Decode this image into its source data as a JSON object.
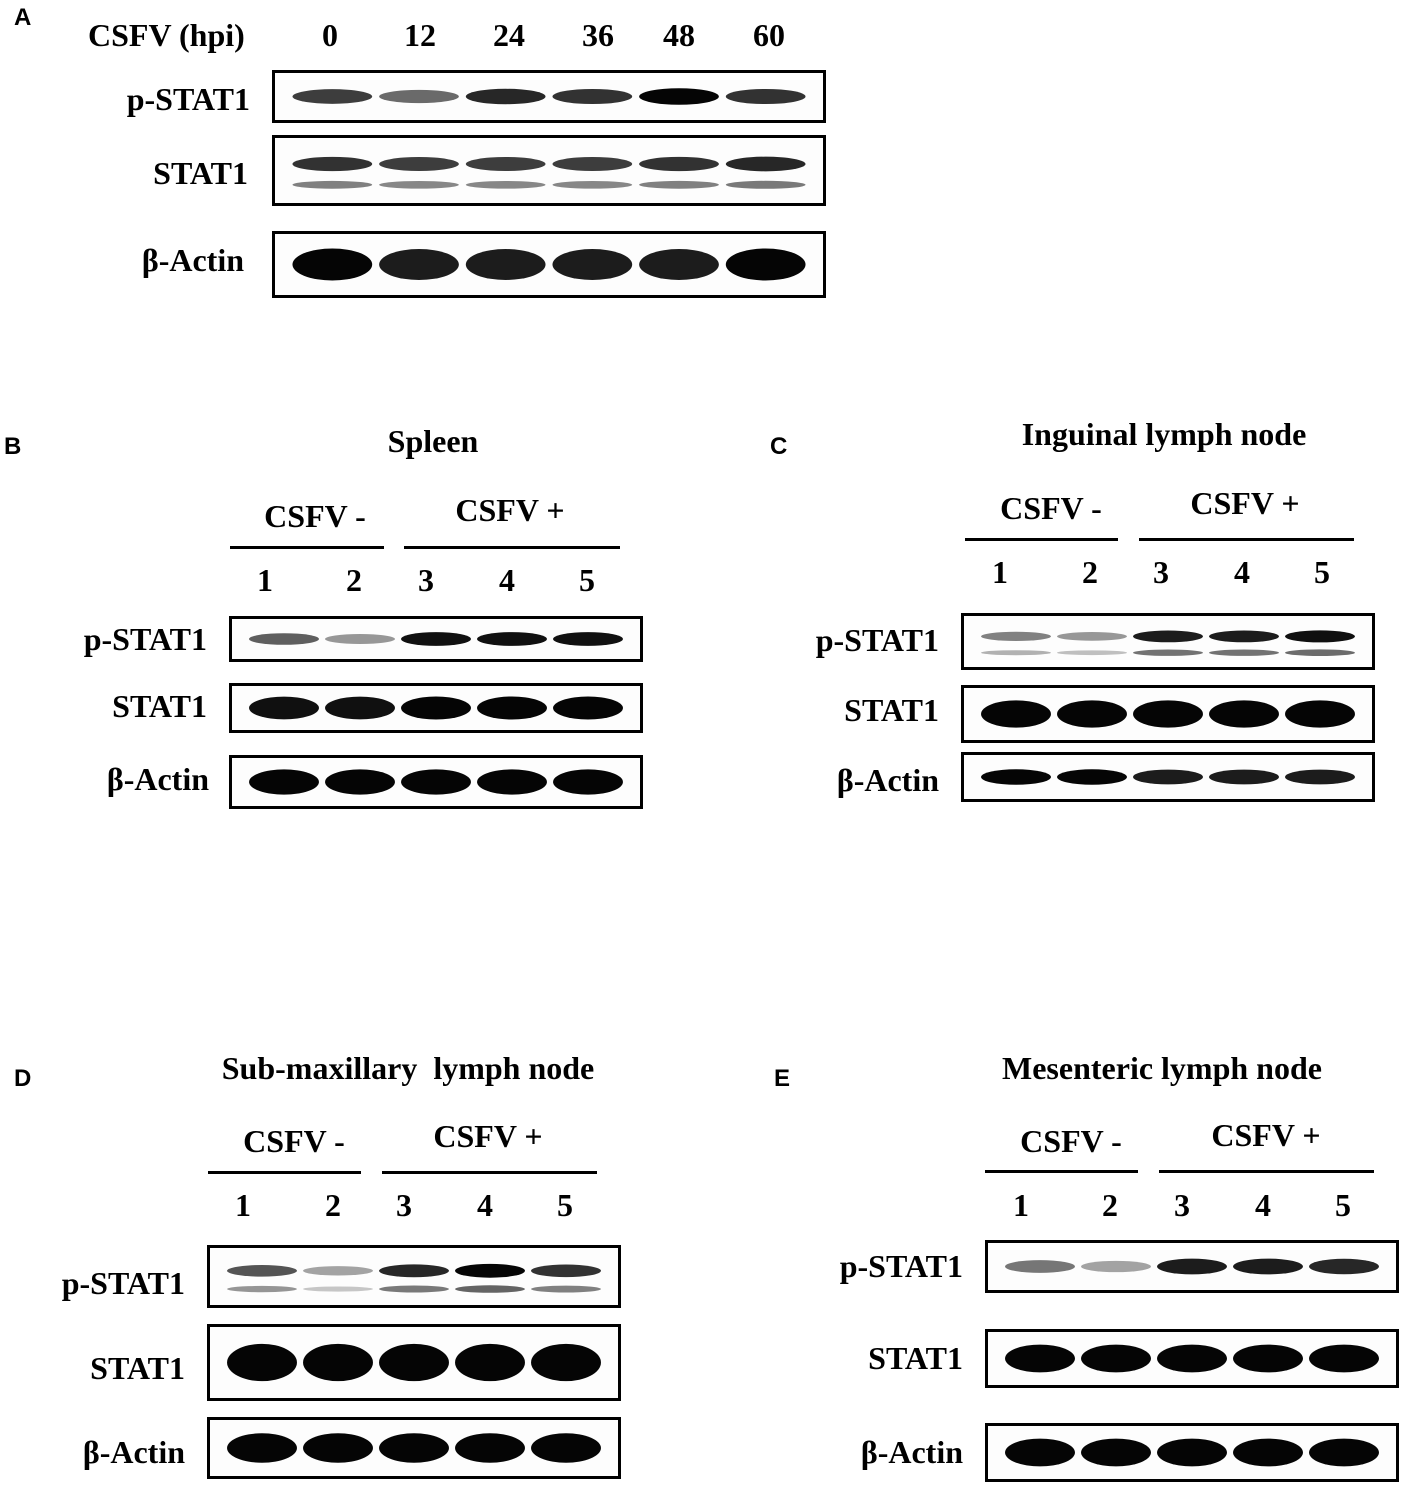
{
  "panel_a": {
    "letter": "A",
    "header": "CSFV (hpi)",
    "lanes": [
      "0",
      "12",
      "24",
      "36",
      "48",
      "60"
    ],
    "rows": [
      {
        "label": "p-STAT1",
        "intensity": [
          0.75,
          0.55,
          0.85,
          0.8,
          1.0,
          0.8
        ]
      },
      {
        "label": "STAT1",
        "intensity": [
          0.8,
          0.75,
          0.75,
          0.75,
          0.8,
          0.85
        ]
      },
      {
        "label": "β-Actin",
        "intensity": [
          1.0,
          0.9,
          0.9,
          0.9,
          0.9,
          1.0
        ]
      }
    ]
  },
  "panel_b": {
    "letter": "B",
    "title": "Spleen",
    "groups": [
      "CSFV -",
      "CSFV +"
    ],
    "lanes": [
      "1",
      "2",
      "3",
      "4",
      "5"
    ],
    "rows": [
      {
        "label": "p-STAT1",
        "intensity": [
          0.6,
          0.35,
          0.95,
          0.95,
          0.95
        ]
      },
      {
        "label": "STAT1",
        "intensity": [
          0.95,
          0.95,
          1.0,
          1.0,
          1.0
        ]
      },
      {
        "label": "β-Actin",
        "intensity": [
          1.0,
          1.0,
          1.0,
          1.0,
          1.0
        ]
      }
    ]
  },
  "panel_c": {
    "letter": "C",
    "title": "Inguinal lymph node",
    "groups": [
      "CSFV -",
      "CSFV +"
    ],
    "lanes": [
      "1",
      "2",
      "3",
      "4",
      "5"
    ],
    "rows": [
      {
        "label": "p-STAT1",
        "intensity": [
          0.45,
          0.35,
          0.9,
          0.9,
          0.95
        ]
      },
      {
        "label": "STAT1",
        "intensity": [
          1.0,
          1.0,
          1.0,
          1.0,
          1.0
        ]
      },
      {
        "label": "β-Actin",
        "intensity": [
          1.0,
          1.0,
          0.9,
          0.9,
          0.9
        ]
      }
    ]
  },
  "panel_d": {
    "letter": "D",
    "title": "Sub-maxillary  lymph node",
    "groups": [
      "CSFV -",
      "CSFV +"
    ],
    "lanes": [
      "1",
      "2",
      "3",
      "4",
      "5"
    ],
    "rows": [
      {
        "label": "p-STAT1",
        "intensity": [
          0.65,
          0.3,
          0.85,
          1.0,
          0.8
        ]
      },
      {
        "label": "STAT1",
        "intensity": [
          1.0,
          1.0,
          1.0,
          1.0,
          1.0
        ]
      },
      {
        "label": "β-Actin",
        "intensity": [
          1.0,
          1.0,
          1.0,
          1.0,
          1.0
        ]
      }
    ]
  },
  "panel_e": {
    "letter": "E",
    "title": "Mesenteric lymph node",
    "groups": [
      "CSFV -",
      "CSFV +"
    ],
    "lanes": [
      "1",
      "2",
      "3",
      "4",
      "5"
    ],
    "rows": [
      {
        "label": "p-STAT1",
        "intensity": [
          0.5,
          0.3,
          0.9,
          0.9,
          0.85
        ]
      },
      {
        "label": "STAT1",
        "intensity": [
          1.0,
          1.0,
          1.0,
          1.0,
          1.0
        ]
      },
      {
        "label": "β-Actin",
        "intensity": [
          1.0,
          1.0,
          1.0,
          1.0,
          1.0
        ]
      }
    ]
  }
}
